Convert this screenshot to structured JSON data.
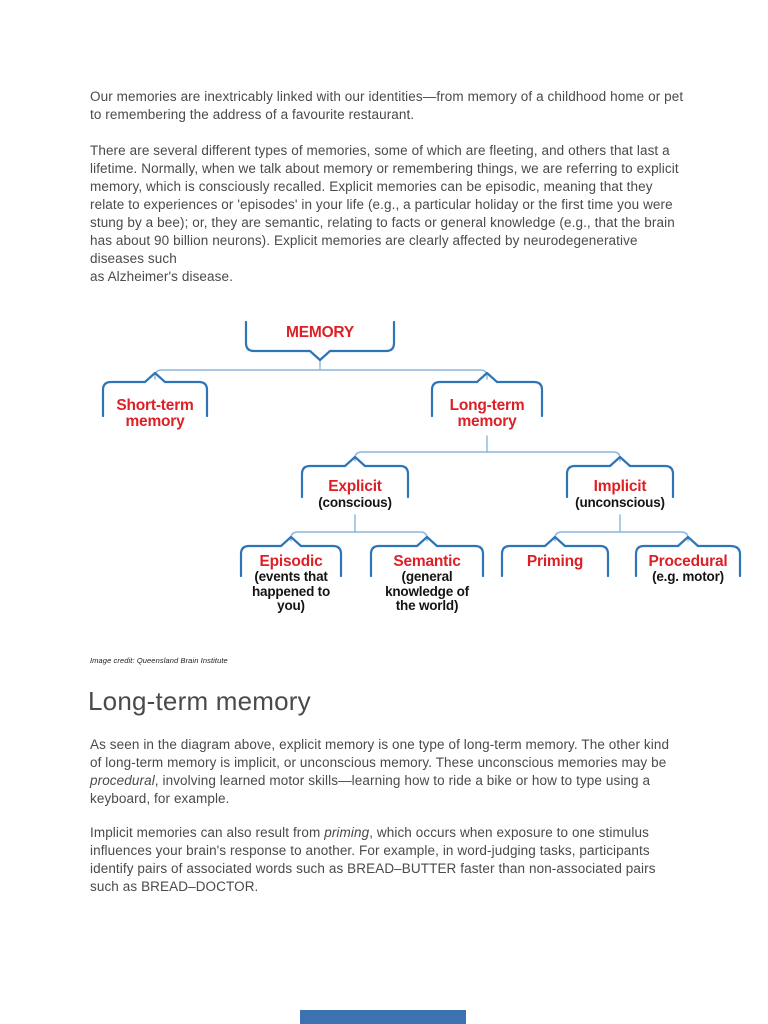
{
  "colors": {
    "accent_red": "#dd1f26",
    "brace_blue": "#2e75b6",
    "line_blue": "#8ab6dc",
    "text_gray": "#4a4a4a",
    "footer_blue": "#3c72b0"
  },
  "article": {
    "paragraph1": "Our memories are inextricably linked with our identities—from memory of a childhood home or pet to remembering the address of a favourite restaurant.",
    "paragraph2": "There are several different types of memories, some of which are fleeting, and others that last a lifetime. Normally, when we talk about memory or remembering things, we are referring to explicit memory, which is consciously recalled. Explicit memories can be episodic, meaning that they relate to experiences or 'episodes' in your life (e.g., a particular holiday or the first time you were stung by a bee); or, they are semantic, relating to facts or general knowledge (e.g., that the brain has about 90 billion neurons). Explicit memories are clearly affected by neurodegenerative diseases such\nas Alzheimer's disease.",
    "image_credit": "Image credit: Queensland Brain Institute",
    "heading": "Long-term memory",
    "paragraph3_parts": [
      {
        "t": "As seen in the diagram above, explicit memory is one type of long-term memory. The other kind of long-term memory is implicit, or unconscious memory. These unconscious memories may be "
      },
      {
        "t": "procedural",
        "i": true
      },
      {
        "t": ", involving learned motor skills—learning how to ride a bike or how to type using a keyboard, for example."
      }
    ],
    "paragraph4_parts": [
      {
        "t": "Implicit memories can also result from "
      },
      {
        "t": "priming",
        "i": true
      },
      {
        "t": ", which occurs when exposure to one stimulus influences your brain's response to another. For example, in word-judging tasks, participants identify pairs of associated words such as BREAD–BUTTER faster than non-associated pairs such as BREAD–DOCTOR."
      }
    ]
  },
  "diagram": {
    "type": "tree",
    "nodes": {
      "memory": {
        "label": "MEMORY"
      },
      "short_term": {
        "line1": "Short-term",
        "line2": "memory"
      },
      "long_term": {
        "line1": "Long-term",
        "line2": "memory"
      },
      "explicit": {
        "label": "Explicit",
        "sub": "(conscious)"
      },
      "implicit": {
        "label": "Implicit",
        "sub": "(unconscious)"
      },
      "episodic": {
        "label": "Episodic",
        "sub": "(events that happened to you)"
      },
      "semantic": {
        "label": "Semantic",
        "sub": "(general knowledge of the world)"
      },
      "priming": {
        "label": "Priming"
      },
      "procedural": {
        "label": "Procedural",
        "sub": "(e.g. motor)"
      }
    },
    "tree": {
      "label": "MEMORY",
      "children": [
        {
          "label": "Short-term memory"
        },
        {
          "label": "Long-term memory",
          "children": [
            {
              "label": "Explicit (conscious)",
              "children": [
                {
                  "label": "Episodic (events that happened to you)"
                },
                {
                  "label": "Semantic (general knowledge of the world)"
                }
              ]
            },
            {
              "label": "Implicit (unconscious)",
              "children": [
                {
                  "label": "Priming"
                },
                {
                  "label": "Procedural (e.g. motor)"
                }
              ]
            }
          ]
        }
      ]
    }
  }
}
